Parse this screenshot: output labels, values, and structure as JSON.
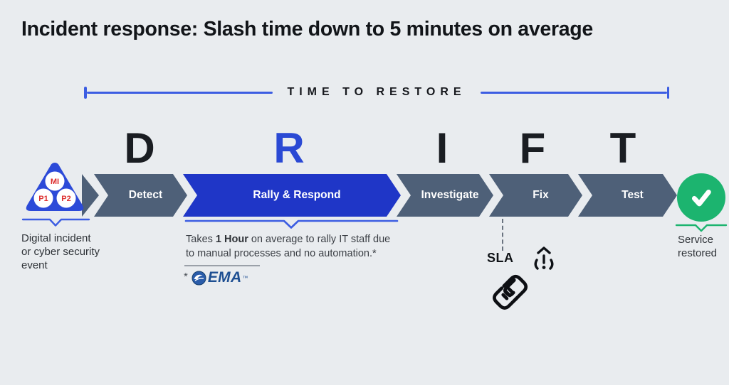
{
  "title": "Incident response: Slash time down to 5 minutes on average",
  "timeline": {
    "label": "TIME TO RESTORE"
  },
  "drift_letters": [
    {
      "char": "D"
    },
    {
      "char": "R"
    },
    {
      "char": "I"
    },
    {
      "char": "F"
    },
    {
      "char": "T"
    }
  ],
  "stages": [
    {
      "label": "Detect"
    },
    {
      "label": "Rally & Respond"
    },
    {
      "label": "Investigate"
    },
    {
      "label": "Fix"
    },
    {
      "label": "Test"
    }
  ],
  "incident": {
    "badges": [
      "MI",
      "P1",
      "P2"
    ],
    "caption_lines": [
      "Digital incident",
      "or cyber security",
      "event"
    ]
  },
  "rally_note": {
    "prefix": "Takes ",
    "bold": "1 Hour",
    "suffix": " on average to rally IT staff due to manual processes and no automation.*"
  },
  "source": {
    "marker": "*",
    "logo_text": "EMA",
    "trademark": "™"
  },
  "sla": {
    "label": "SLA"
  },
  "service": {
    "caption_lines": [
      "Service",
      "restored"
    ]
  },
  "colors": {
    "background": "#e9ecef",
    "timeline_blue": "#3c5de2",
    "stage_slate": "#4e6078",
    "stage_blue": "#1f36c7",
    "drift_highlight_blue": "#2a49d4",
    "triangle_blue": "#2c4ad8",
    "badge_red": "#dd2f2f",
    "success_green": "#1cb46f",
    "ema_navy": "#1e4f92"
  }
}
